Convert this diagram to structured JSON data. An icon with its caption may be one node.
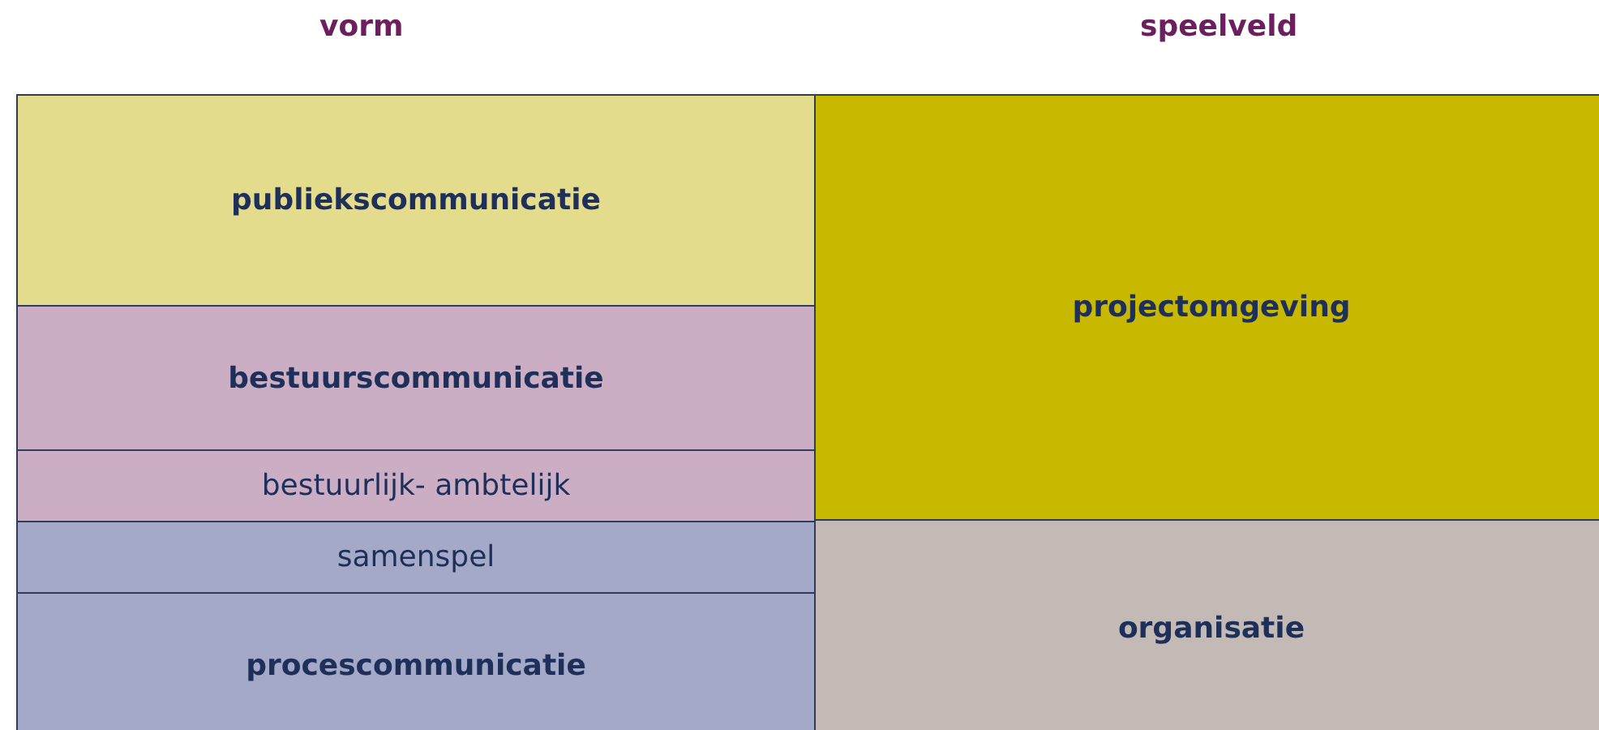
{
  "diagram": {
    "nodes": [
      {
        "text": [
          "publiekscommunicatie"
        ]
      },
      {
        "text": [
          "bestuurscommunicatie"
        ]
      },
      {
        "text": [
          "bestuurlijk- ambtelijk samenspel"
        ]
      },
      {
        "text": [
          "procescommunicatie"
        ]
      },
      {
        "text": [
          "projectomgeving"
        ]
      },
      {
        "text": [
          "organisatie"
        ]
      }
    ],
    "edges": [],
    "labels": [
      "vorm",
      "speelveld"
    ]
  }
}
